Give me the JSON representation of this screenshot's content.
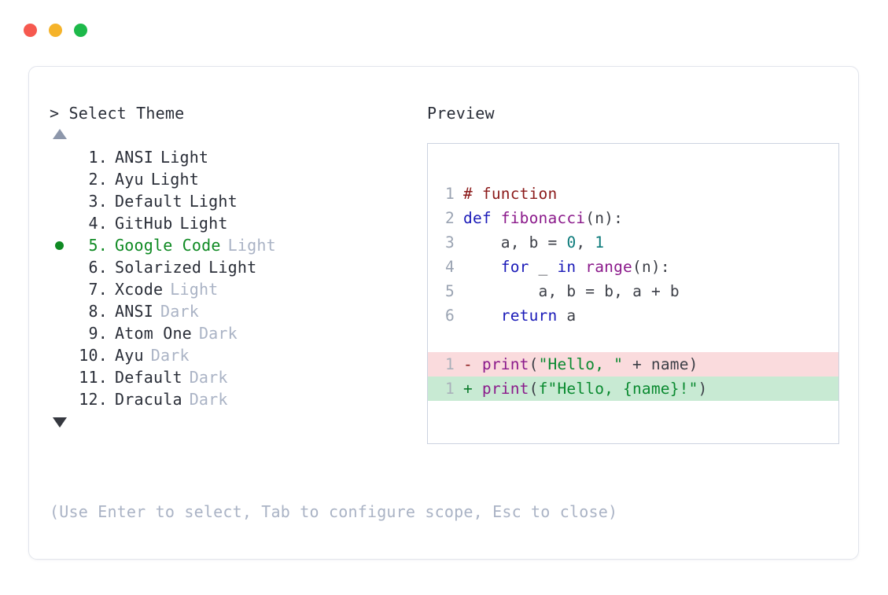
{
  "window": {
    "traffic_lights": [
      {
        "name": "close",
        "color": "#f6594f"
      },
      {
        "name": "minimize",
        "color": "#f5b32a"
      },
      {
        "name": "zoom",
        "color": "#1db94a"
      }
    ]
  },
  "selector": {
    "prompt": "> Select Theme",
    "scroll_up_icon": "triangle-up-icon",
    "scroll_down_icon": "triangle-down-icon",
    "selected_index": 5,
    "selected_bullet_color": "#0f8a23",
    "items": [
      {
        "index": "1.",
        "name": "ANSI",
        "variant": "Light",
        "variant_muted": false,
        "selected": false
      },
      {
        "index": "2.",
        "name": "Ayu",
        "variant": "Light",
        "variant_muted": false,
        "selected": false
      },
      {
        "index": "3.",
        "name": "Default",
        "variant": "Light",
        "variant_muted": false,
        "selected": false
      },
      {
        "index": "4.",
        "name": "GitHub",
        "variant": "Light",
        "variant_muted": false,
        "selected": false
      },
      {
        "index": "5.",
        "name": "Google Code",
        "variant": "Light",
        "variant_muted": true,
        "selected": true
      },
      {
        "index": "6.",
        "name": "Solarized",
        "variant": "Light",
        "variant_muted": false,
        "selected": false
      },
      {
        "index": "7.",
        "name": "Xcode",
        "variant": "Light",
        "variant_muted": true,
        "selected": false
      },
      {
        "index": "8.",
        "name": "ANSI",
        "variant": "Dark",
        "variant_muted": true,
        "selected": false
      },
      {
        "index": "9.",
        "name": "Atom One",
        "variant": "Dark",
        "variant_muted": true,
        "selected": false
      },
      {
        "index": "10.",
        "name": "Ayu",
        "variant": "Dark",
        "variant_muted": true,
        "selected": false
      },
      {
        "index": "11.",
        "name": "Default",
        "variant": "Dark",
        "variant_muted": true,
        "selected": false
      },
      {
        "index": "12.",
        "name": "Dracula",
        "variant": "Dark",
        "variant_muted": true,
        "selected": false
      }
    ]
  },
  "preview": {
    "label": "Preview",
    "code_lines": [
      {
        "num": "1",
        "text": "# function"
      },
      {
        "num": "2",
        "text": "def fibonacci(n):"
      },
      {
        "num": "3",
        "text": "    a, b = 0, 1"
      },
      {
        "num": "4",
        "text": "    for _ in range(n):"
      },
      {
        "num": "5",
        "text": "        a, b = b, a + b"
      },
      {
        "num": "6",
        "text": "    return a"
      }
    ],
    "diff_lines": [
      {
        "num": "1",
        "marker": "-",
        "text": "print(\"Hello, \" + name)",
        "kind": "deletion",
        "bg": "#fadbdd"
      },
      {
        "num": "1",
        "marker": "+",
        "text": "print(f\"Hello, {name}!\")",
        "kind": "addition",
        "bg": "#c8ead3"
      }
    ]
  },
  "footer": {
    "hint": "(Use Enter to select, Tab to configure scope, Esc to close)"
  }
}
